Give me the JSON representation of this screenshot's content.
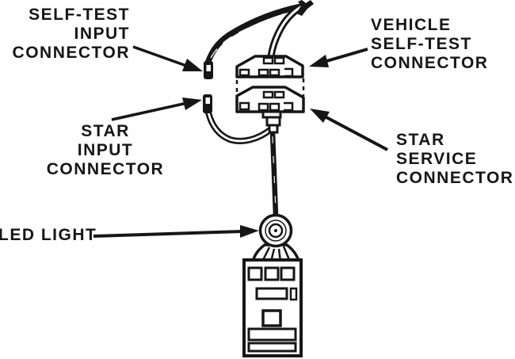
{
  "figure": {
    "description_colors": {
      "ink": "#161616",
      "paper": "#fefefe"
    }
  },
  "labels": {
    "self_test_input": {
      "lines": [
        "SELF-TEST",
        "INPUT",
        "CONNECTOR"
      ]
    },
    "vehicle_self_test": {
      "lines": [
        "VEHICLE",
        "SELF-TEST",
        "CONNECTOR"
      ]
    },
    "star_input": {
      "lines": [
        "STAR",
        "INPUT",
        "CONNECTOR"
      ]
    },
    "star_service": {
      "lines": [
        "STAR",
        "SERVICE",
        "CONNECTOR"
      ]
    },
    "led_light": {
      "lines": [
        "LED LIGHT"
      ]
    }
  }
}
